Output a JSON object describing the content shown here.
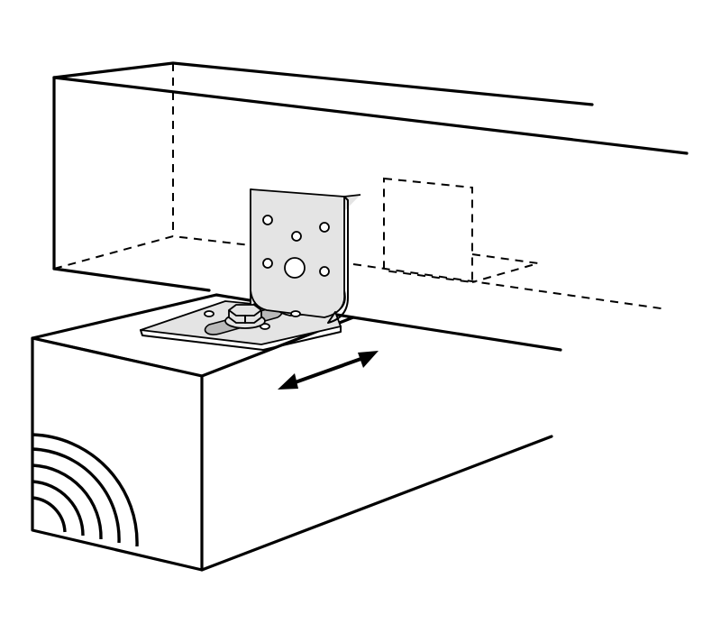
{
  "diagram": {
    "labels": [],
    "components": [
      {
        "id": "upper-beam",
        "kind": "timber beam"
      },
      {
        "id": "lower-timber-post",
        "kind": "timber block with end grain"
      },
      {
        "id": "angle-bracket",
        "kind": "slotted angle bracket with bolt"
      },
      {
        "id": "movement-arrow",
        "kind": "double-headed arrow"
      }
    ],
    "colors": {
      "stroke": "#000000",
      "background": "#ffffff",
      "metal": "#e4e4e4",
      "slot": "#b9b9b9"
    }
  }
}
